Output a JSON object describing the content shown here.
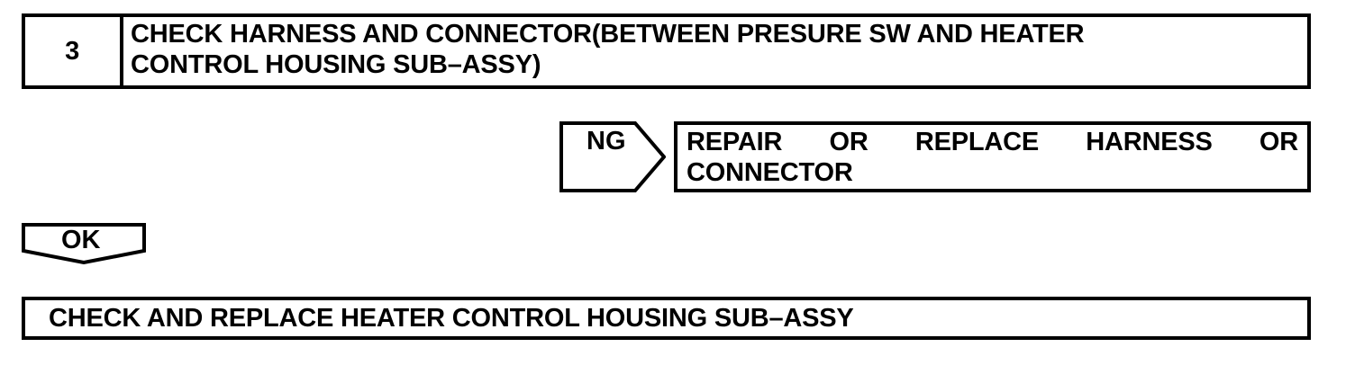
{
  "document": {
    "kind": "troubleshooting-flowchart",
    "background_color": "#FFFFFF",
    "line_color": "#000000"
  },
  "step": {
    "number": "3",
    "title": "CHECK HARNESS AND CONNECTOR(BETWEEN PRESURE SW AND HEATER\nCONTROL HOUSING SUB–ASSY)"
  },
  "branches": {
    "ng": {
      "label": "NG",
      "action_line1": "REPAIR OR REPLACE HARNESS OR",
      "action_line2": "CONNECTOR"
    },
    "ok": {
      "label": "OK",
      "result": "CHECK AND REPLACE HEATER CONTROL HOUSING SUB–ASSY"
    }
  }
}
